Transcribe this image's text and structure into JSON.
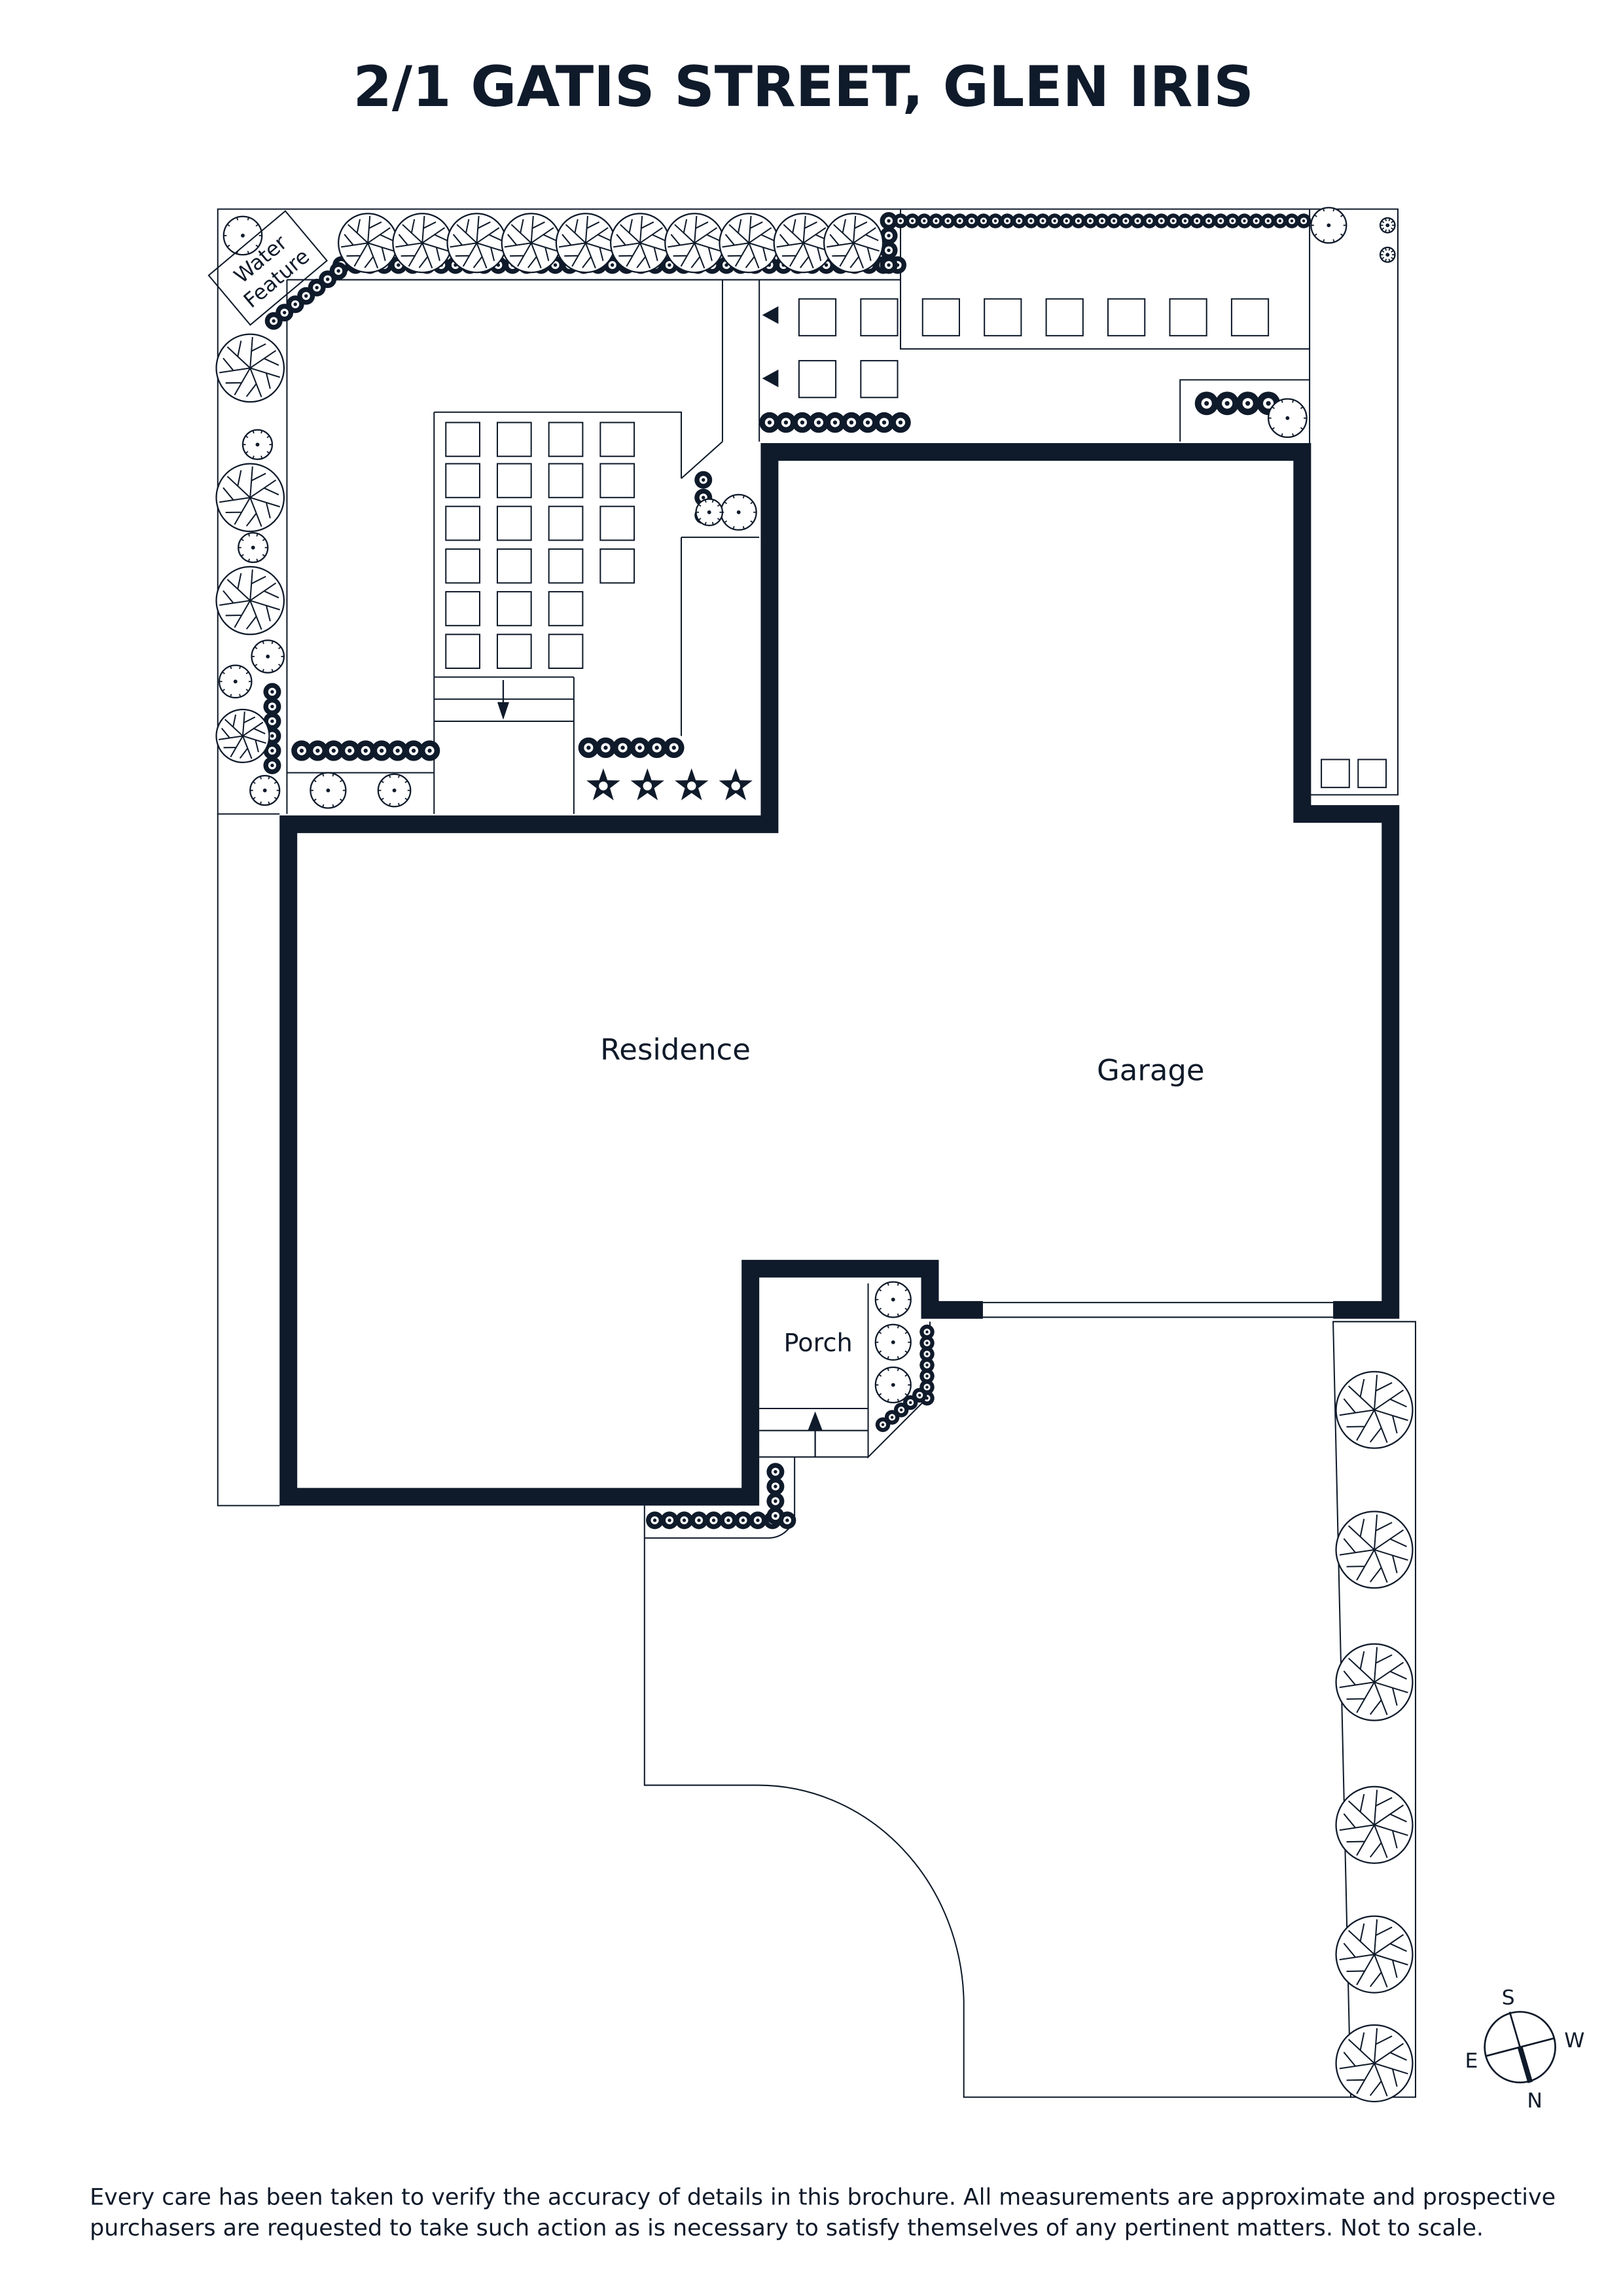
{
  "title": "2/1 GATIS STREET, GLEN IRIS",
  "rooms": {
    "residence": "Residence",
    "garage": "Garage",
    "porch": "Porch"
  },
  "features": {
    "water_feature_line1": "Water",
    "water_feature_line2": "Feature"
  },
  "compass": {
    "s": "S",
    "w": "W",
    "e": "E",
    "n": "N"
  },
  "disclaimer": {
    "line1": "Every care has been taken to verify the accuracy of details in this brochure. All measurements are approximate and prospective",
    "line2": "purchasers are requested to take such action as is necessary to satisfy themselves of any pertinent matters. Not to scale."
  },
  "colors": {
    "ink": "#0f1a2a",
    "background": "#ffffff"
  }
}
